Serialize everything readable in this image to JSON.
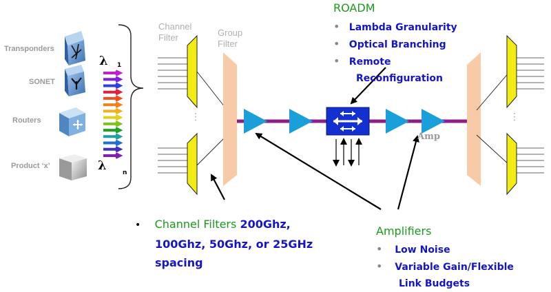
{
  "devices": {
    "transponders": "Transponders",
    "sonet": "SONET",
    "routers": "Routers",
    "product_x": "Product ‘x’"
  },
  "lambda": {
    "symbol": "λ",
    "sub_top": "1",
    "sub_bottom": "n"
  },
  "filters": {
    "channel_filter": [
      "Channel",
      "Filter"
    ],
    "group_filter": [
      "Group",
      "Filter"
    ],
    "dots": "⋮"
  },
  "roadm": {
    "title": "ROADM",
    "items": [
      "Lambda Granularity",
      "Optical Branching",
      "Remote",
      "Reconfiguration"
    ]
  },
  "amp_label": "Amp",
  "channel_filters_note": {
    "label": "Channel Filters",
    "detail_lines": [
      "200Ghz,",
      "100Ghz, 50Ghz, or 25GHz",
      "spacing"
    ]
  },
  "amplifiers": {
    "title": "Amplifiers",
    "items": [
      "Low Noise",
      "Variable Gain/Flexible",
      "Link Budgets"
    ]
  },
  "colors": {
    "filter_yellow": "#f2ec14",
    "group_filter_peach": "#f8cba8",
    "amp_blue": "#1a9fd8",
    "fiber_purple": "#8a1f8a",
    "roadm_blue": "#1530d0",
    "label_green": "#1a9a1a",
    "text_blue": "#1515c8"
  },
  "icons": [
    "transponder-icon",
    "sonet-icon",
    "router-icon",
    "product-box-icon",
    "roadm-switch-icon",
    "amplifier-icon"
  ]
}
